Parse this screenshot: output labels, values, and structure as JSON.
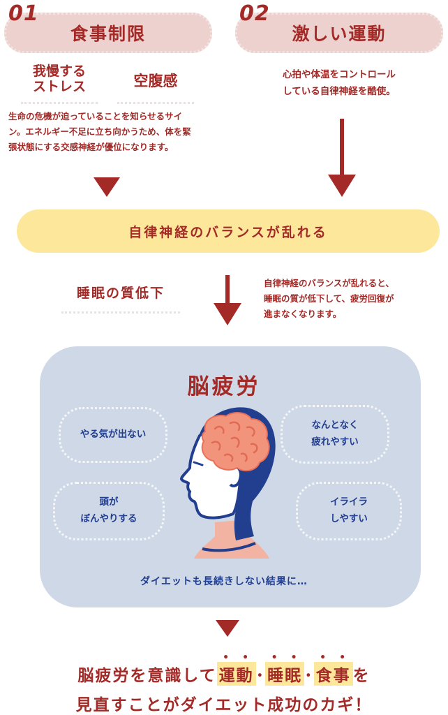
{
  "cause1": {
    "number": "01",
    "title": "食事制限",
    "sub1": [
      "我慢する",
      "ストレス"
    ],
    "sub2": "空腹感",
    "description": [
      "生命の危機が迫っていることを知らせるサイ",
      "ン。エネルギー不足に立ち向かうため、体を緊",
      "張状態にする交感神経が優位になります。"
    ]
  },
  "cause2": {
    "number": "02",
    "title": "激しい運動",
    "description": [
      "心拍や体温をコントロール",
      "している自律神経を酷使。"
    ]
  },
  "banner": {
    "text": "自律神経のバランスが乱れる"
  },
  "middle": {
    "label": "睡眠の質低下",
    "description": [
      "自律神経のバランスが乱れると、",
      "睡眠の質が低下して、疲労回復が",
      "進まなくなります。"
    ]
  },
  "panel": {
    "title": "脳疲労",
    "symptoms": [
      [
        "やる気が出ない"
      ],
      [
        "なんとなく",
        "疲れやすい"
      ],
      [
        "頭が",
        "ぼんやりする"
      ],
      [
        "イライラ",
        "しやすい"
      ]
    ],
    "footer": "ダイエットも長続きしない結果に…"
  },
  "conclusion": {
    "line1_pre": "脳疲労を意識して",
    "kw1": "運動",
    "sep1": "･",
    "kw2": "睡眠",
    "sep2": "･",
    "kw3": "食事",
    "line1_post": "を",
    "line2": "見直すことがダイエット成功のカギ！"
  },
  "colors": {
    "red": "#a32a27",
    "pink_pill": "#ecd1cf",
    "yellow": "#fde79b",
    "panel_blue": "#cfd8e6",
    "navy": "#213e8f",
    "brain": "#f2947c",
    "skin": "#f3b3a2"
  },
  "icons": [
    "down-arrow-icon",
    "brain-head-illustration"
  ]
}
